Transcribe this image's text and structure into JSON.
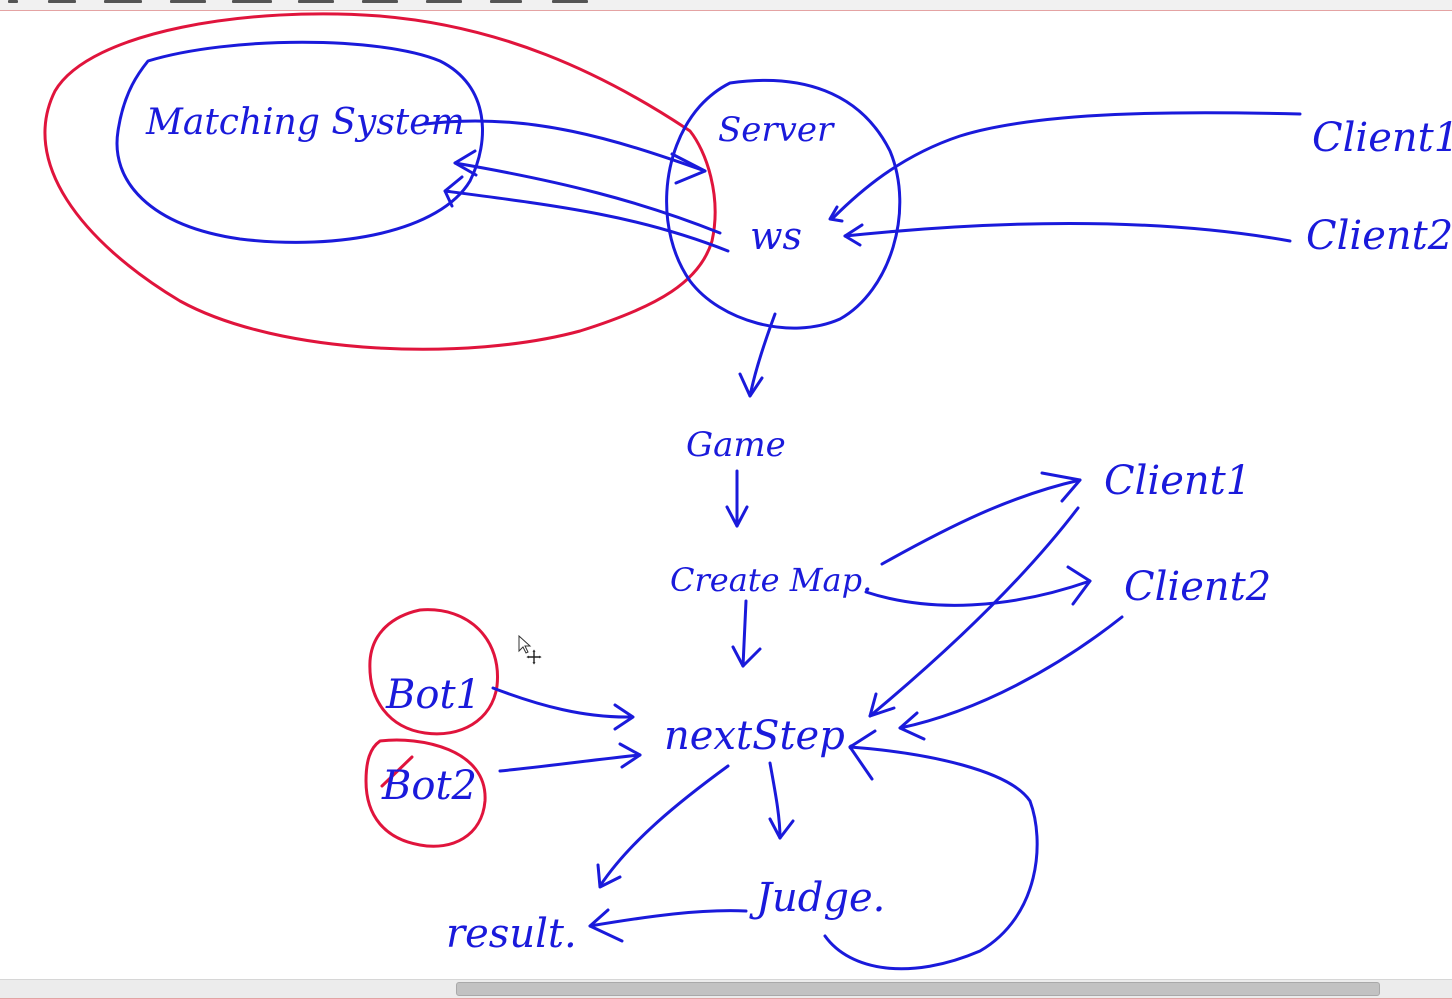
{
  "whiteboard": {
    "colors": {
      "ink_blue": "#1a1adb",
      "ink_red": "#e0143c"
    },
    "labels": {
      "matching_system": "Matching System",
      "server": "Server",
      "ws": "ws",
      "client1_top": "Client1",
      "client2_top": "Client2",
      "game": "Game",
      "create_map": "Create Map.",
      "client1_mid": "Client1",
      "client2_mid": "Client2",
      "bot1": "Bot1",
      "bot2": "Bot2",
      "next_step": "nextStep.",
      "judge": "Judge.",
      "result": "result."
    }
  },
  "cursor": {
    "icons": [
      "arrow-pointer-icon",
      "move-cursor-icon"
    ]
  },
  "scrollbar": {
    "orientation": "horizontal"
  }
}
